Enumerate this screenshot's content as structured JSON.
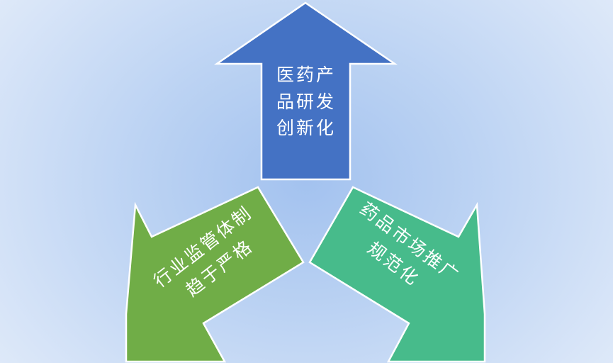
{
  "diagram": {
    "arrows": [
      {
        "id": "top",
        "lines": [
          "医药产",
          "品研发",
          "创新化"
        ],
        "color": "#4472c4"
      },
      {
        "id": "left",
        "lines": [
          "行业监管体制",
          "趋于严格"
        ],
        "color": "#70ad47"
      },
      {
        "id": "right",
        "lines": [
          "药品市场推广",
          "规范化"
        ],
        "color": "#47bb8b"
      }
    ]
  }
}
